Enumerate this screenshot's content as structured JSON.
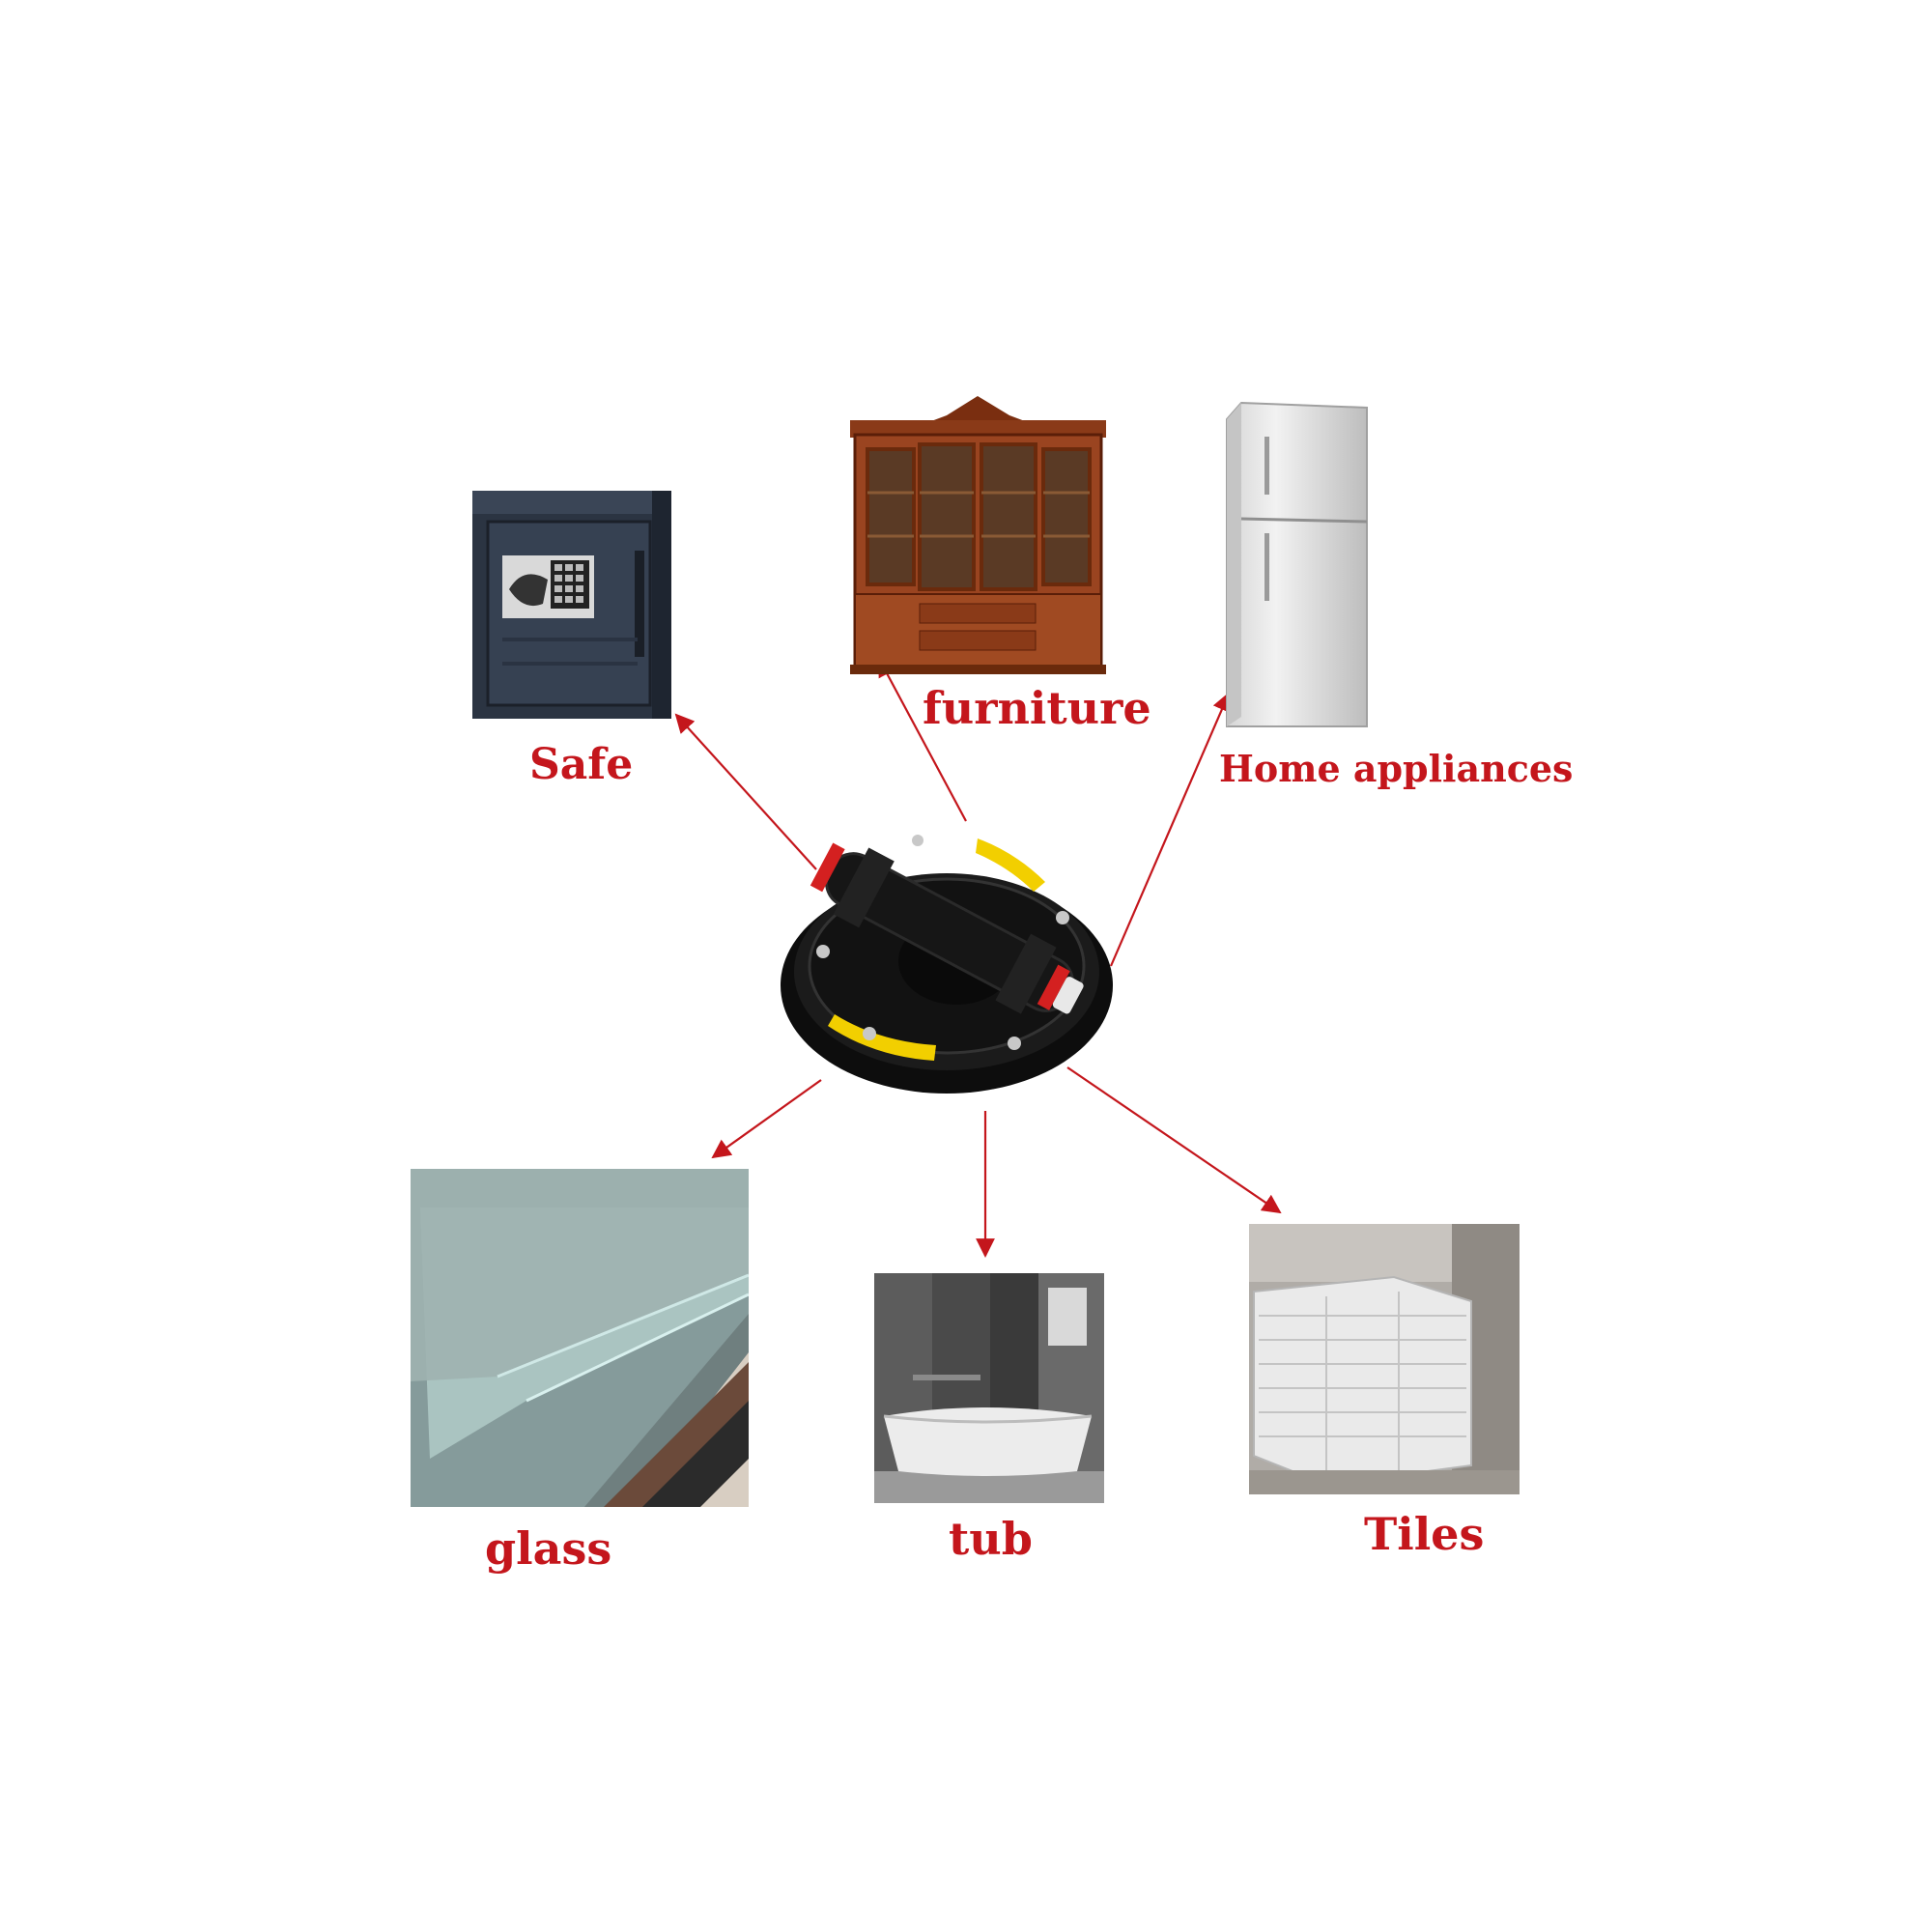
{
  "labels": {
    "safe": "Safe",
    "furniture": "furniture",
    "home_appliances": "Home appliances",
    "glass": "glass",
    "tub": "tub",
    "tiles": "Tiles"
  },
  "colors": {
    "label_red": "#c4161c",
    "arrow_red": "#c4161c",
    "background": "#ffffff"
  }
}
